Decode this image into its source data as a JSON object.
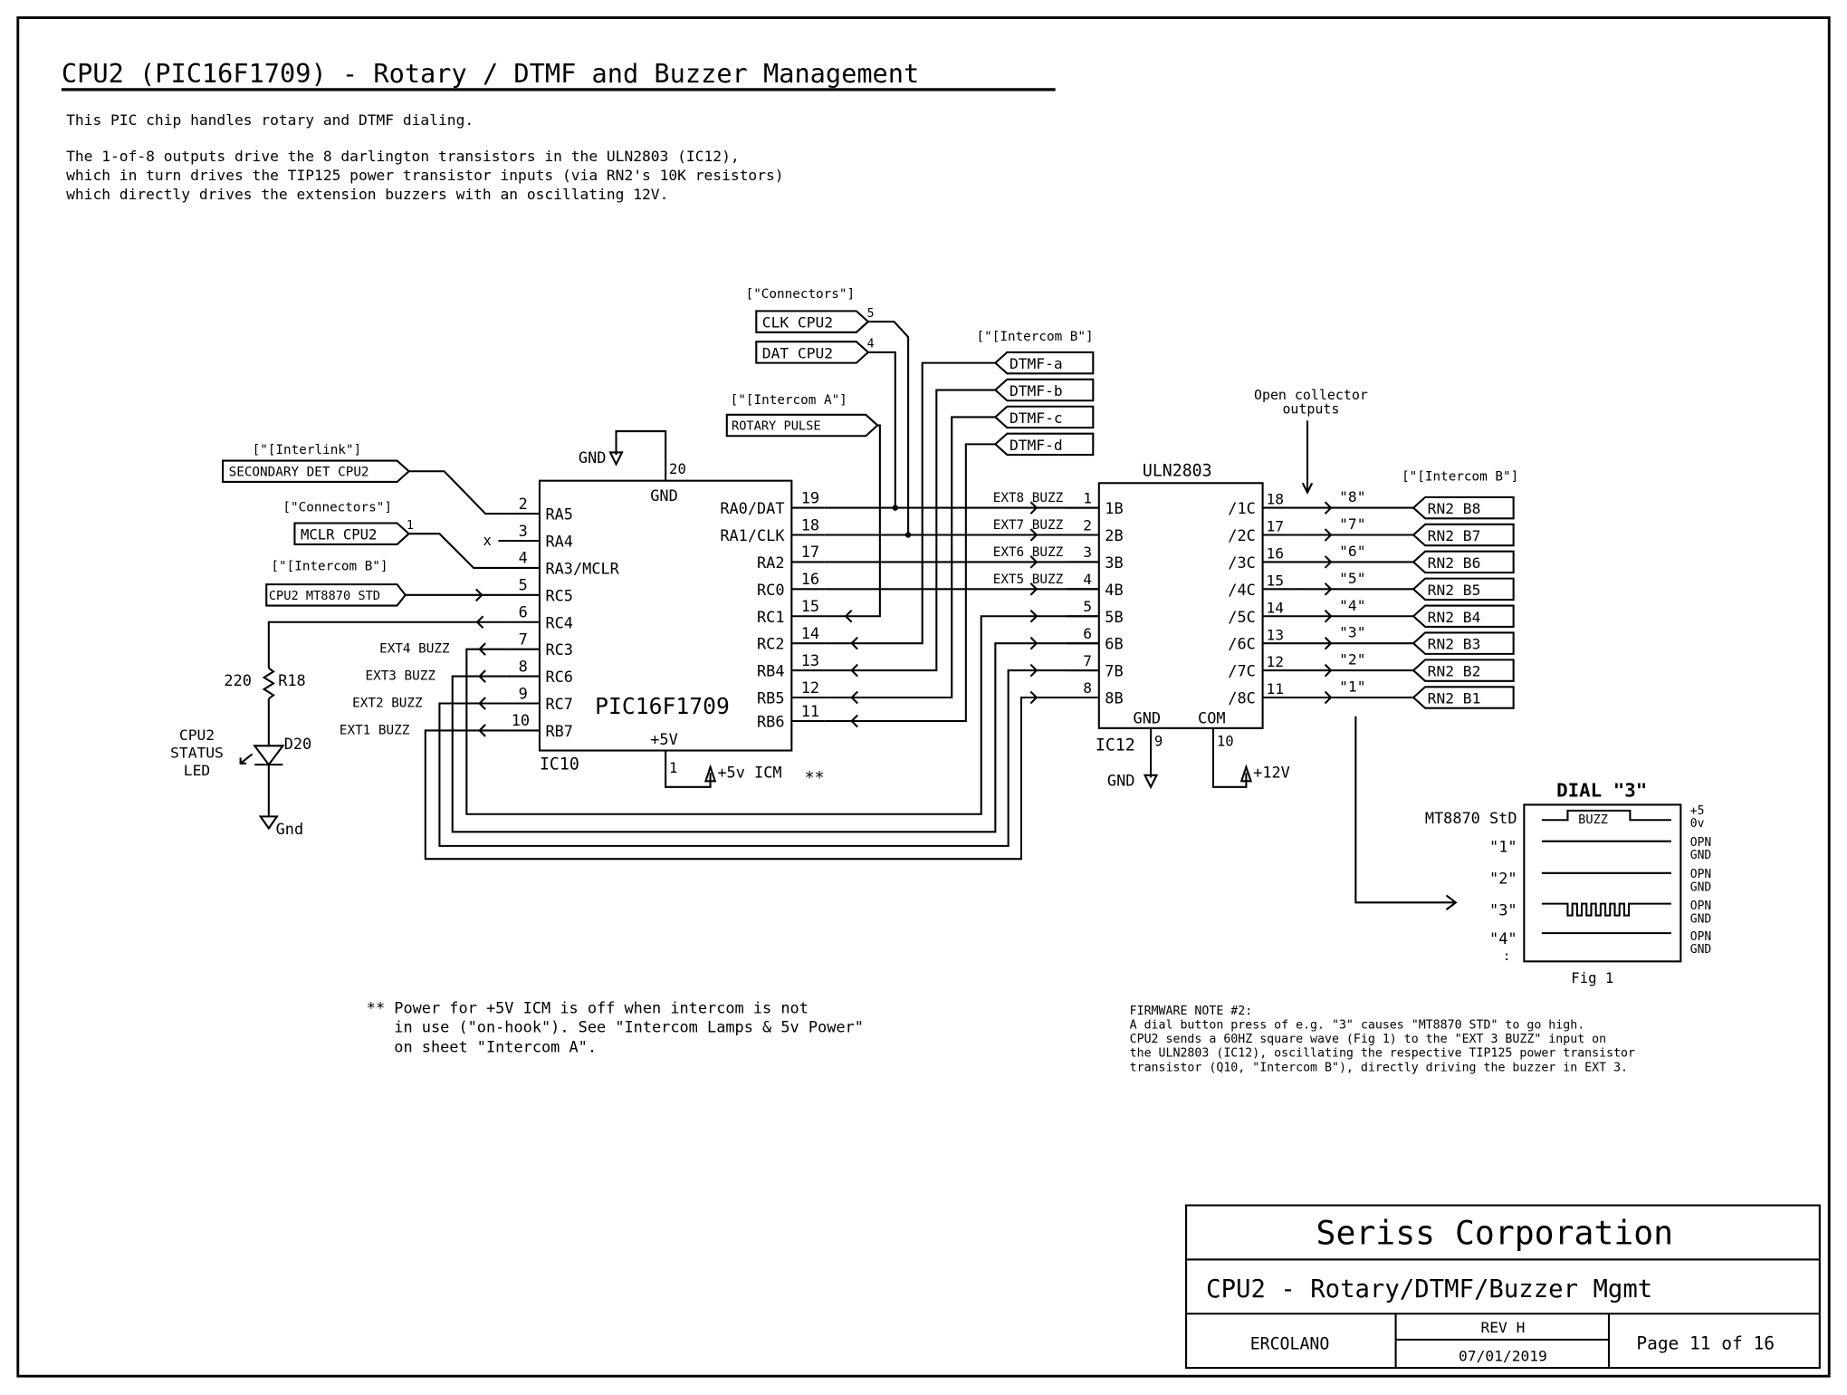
{
  "sheet": {
    "title": "CPU2 (PIC16F1709) - Rotary / DTMF and Buzzer Management",
    "description": [
      "This PIC chip handles rotary and DTMF dialing.",
      "",
      "The 1-of-8 outputs drive the 8 darlington transistors in the ULN2803 (IC12),",
      "which in turn drives the TIP125 power transistor inputs (via RN2's 10K resistors)",
      "which directly drives the extension buzzers with an oscillating 12V."
    ]
  },
  "pic": {
    "refdes": "IC10",
    "part": "PIC16F1709",
    "gnd_label": "GND",
    "gnd_pin": "20",
    "gnd_symbol": "GND",
    "vcc_label": "+5V",
    "vcc_pin": "1",
    "vcc_net": "+5v ICM",
    "vcc_note": "**",
    "left_pins": [
      {
        "num": "2",
        "name": "RA5"
      },
      {
        "num": "3",
        "name": "RA4"
      },
      {
        "num": "4",
        "name": "RA3/MCLR"
      },
      {
        "num": "5",
        "name": "RC5"
      },
      {
        "num": "6",
        "name": "RC4"
      },
      {
        "num": "7",
        "name": "RC3"
      },
      {
        "num": "8",
        "name": "RC6"
      },
      {
        "num": "9",
        "name": "RC7"
      },
      {
        "num": "10",
        "name": "RB7"
      }
    ],
    "right_pins": [
      {
        "num": "19",
        "name": "RA0/DAT"
      },
      {
        "num": "18",
        "name": "RA1/CLK"
      },
      {
        "num": "17",
        "name": "RA2"
      },
      {
        "num": "16",
        "name": "RC0"
      },
      {
        "num": "15",
        "name": "RC1"
      },
      {
        "num": "14",
        "name": "RC2"
      },
      {
        "num": "13",
        "name": "RB4"
      },
      {
        "num": "12",
        "name": "RB5"
      },
      {
        "num": "11",
        "name": "RB6"
      }
    ],
    "nc_mark": "x"
  },
  "uln": {
    "refdes": "IC12",
    "part": "ULN2803",
    "gnd_label": "GND",
    "gnd_pin": "9",
    "gnd_symbol": "GND",
    "com_label": "COM",
    "com_pin": "10",
    "com_net": "+12V",
    "inputs": [
      {
        "num": "1",
        "name": "1B",
        "net": "EXT8 BUZZ"
      },
      {
        "num": "2",
        "name": "2B",
        "net": "EXT7 BUZZ"
      },
      {
        "num": "3",
        "name": "3B",
        "net": "EXT6 BUZZ"
      },
      {
        "num": "4",
        "name": "4B",
        "net": "EXT5 BUZZ"
      },
      {
        "num": "5",
        "name": "5B",
        "net": ""
      },
      {
        "num": "6",
        "name": "6B",
        "net": ""
      },
      {
        "num": "7",
        "name": "7B",
        "net": ""
      },
      {
        "num": "8",
        "name": "8B",
        "net": ""
      }
    ],
    "outputs": [
      {
        "num": "18",
        "name": "/1C",
        "net": "\"8\"",
        "flag": "RN2 B8"
      },
      {
        "num": "17",
        "name": "/2C",
        "net": "\"7\"",
        "flag": "RN2 B7"
      },
      {
        "num": "16",
        "name": "/3C",
        "net": "\"6\"",
        "flag": "RN2 B6"
      },
      {
        "num": "15",
        "name": "/4C",
        "net": "\"5\"",
        "flag": "RN2 B5"
      },
      {
        "num": "14",
        "name": "/5C",
        "net": "\"4\"",
        "flag": "RN2 B4"
      },
      {
        "num": "13",
        "name": "/6C",
        "net": "\"3\"",
        "flag": "RN2 B3"
      },
      {
        "num": "12",
        "name": "/7C",
        "net": "\"2\"",
        "flag": "RN2 B2"
      },
      {
        "num": "11",
        "name": "/8C",
        "net": "\"1\"",
        "flag": "RN2 B1"
      }
    ],
    "outputs_sheet": "[\"[Intercom B\"]",
    "annotation": [
      "Open collector",
      "outputs"
    ]
  },
  "flags": {
    "interlink_sheet": "[\"[Interlink\"]",
    "secondary_det": "SECONDARY DET CPU2",
    "connectors_sheet_left": "[\"Connectors\"]",
    "mclr": "MCLR CPU2",
    "mclr_pin": "1",
    "intercom_b_sheet_left": "[\"[Intercom B\"]",
    "mt8870_std": "CPU2 MT8870 STD",
    "connectors_sheet_top": "[\"Connectors\"]",
    "clk": "CLK CPU2",
    "clk_pin": "5",
    "dat": "DAT CPU2",
    "dat_pin": "4",
    "intercom_a_sheet": "[\"[Intercom A\"]",
    "rotary_pulse": "ROTARY PULSE",
    "intercom_b_sheet_top": "[\"[Intercom B\"]",
    "dtmf": [
      "DTMF-a",
      "DTMF-b",
      "DTMF-c",
      "DTMF-d"
    ],
    "ext_buzz_left": [
      "EXT4 BUZZ",
      "EXT3 BUZZ",
      "EXT2 BUZZ",
      "EXT1 BUZZ"
    ]
  },
  "led": {
    "resistor_value": "220",
    "resistor_ref": "R18",
    "diode_ref": "D20",
    "label": [
      "CPU2",
      "STATUS",
      "LED"
    ],
    "gnd": "Gnd"
  },
  "figure": {
    "title": "DIAL \"3\"",
    "caption": "Fig 1",
    "rows": [
      "MT8870 StD",
      "\"1\"",
      "\"2\"",
      "\"3\"",
      "\"4\"",
      ":"
    ],
    "buzz_label": "BUZZ",
    "levels": [
      "+5",
      "0v",
      "OPN",
      "GND",
      "OPN",
      "GND",
      "OPN",
      "GND",
      "OPN",
      "GND"
    ]
  },
  "notes": {
    "power_note": [
      "** Power for +5V ICM is off when intercom is not",
      "   in use (\"on-hook\"). See \"Intercom Lamps & 5v Power\"",
      "   on sheet \"Intercom A\"."
    ],
    "firmware_note": [
      "FIRMWARE NOTE #2:",
      "A dial button press of e.g. \"3\" causes \"MT8870 STD\" to go high.",
      "CPU2 sends a 60HZ square wave (Fig 1) to the \"EXT 3 BUZZ\" input on",
      "the ULN2803 (IC12), oscillating the respective TIP125 power transistor",
      "transistor (Q10, \"Intercom B\"), directly driving the buzzer in EXT 3."
    ]
  },
  "title_block": {
    "company": "Seriss Corporation",
    "title": "CPU2 - Rotary/DTMF/Buzzer Mgmt",
    "author": "ERCOLANO",
    "revision": "REV H",
    "date": "07/01/2019",
    "page": "Page 11 of 16"
  }
}
